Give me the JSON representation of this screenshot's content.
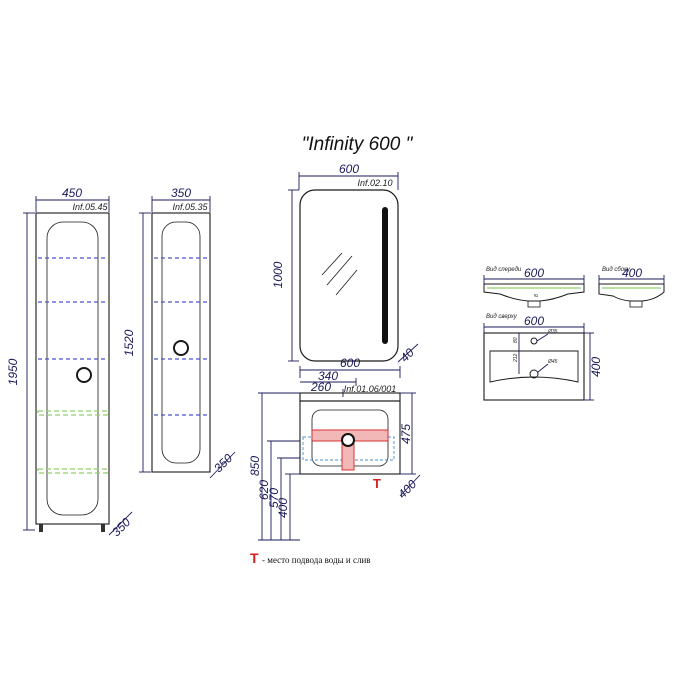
{
  "title": "\"Infinity 600 \"",
  "tall_cabinet": {
    "width": "450",
    "height": "1950",
    "depth": "350",
    "model": "Inf.05.45"
  },
  "narrow_cabinet": {
    "width": "350",
    "height": "1520",
    "depth": "350",
    "model": "Inf.05.35"
  },
  "mirror": {
    "width": "600",
    "height": "1000",
    "depth": "40",
    "model": "Inf.02.10"
  },
  "vanity": {
    "width": "600",
    "model": "Inf.01.06/001",
    "d340": "340",
    "d260": "260",
    "h475": "475",
    "h850": "850",
    "h620": "620",
    "h570": "570",
    "h400": "400",
    "depth": "400",
    "connection_marker": "T"
  },
  "basin": {
    "front_label": "Вид спереди",
    "front_width": "600",
    "front_dim_small": "8",
    "side_label": "Вид сбоку",
    "side_width": "400",
    "top_label": "Вид сверху",
    "top_width": "600",
    "top_depth": "400",
    "hole1": "Ø35",
    "hole2": "Ø45",
    "d1": "80",
    "d2": "212"
  },
  "legend": {
    "marker": "T",
    "text": "- место подвода воды и слив"
  },
  "colors": {
    "ink": "#1a1a1a",
    "dimension": "#1a1a5a",
    "shelf": "#4a56c8",
    "glass_shelf": "#8fcf6a",
    "marker": "#d62020"
  }
}
